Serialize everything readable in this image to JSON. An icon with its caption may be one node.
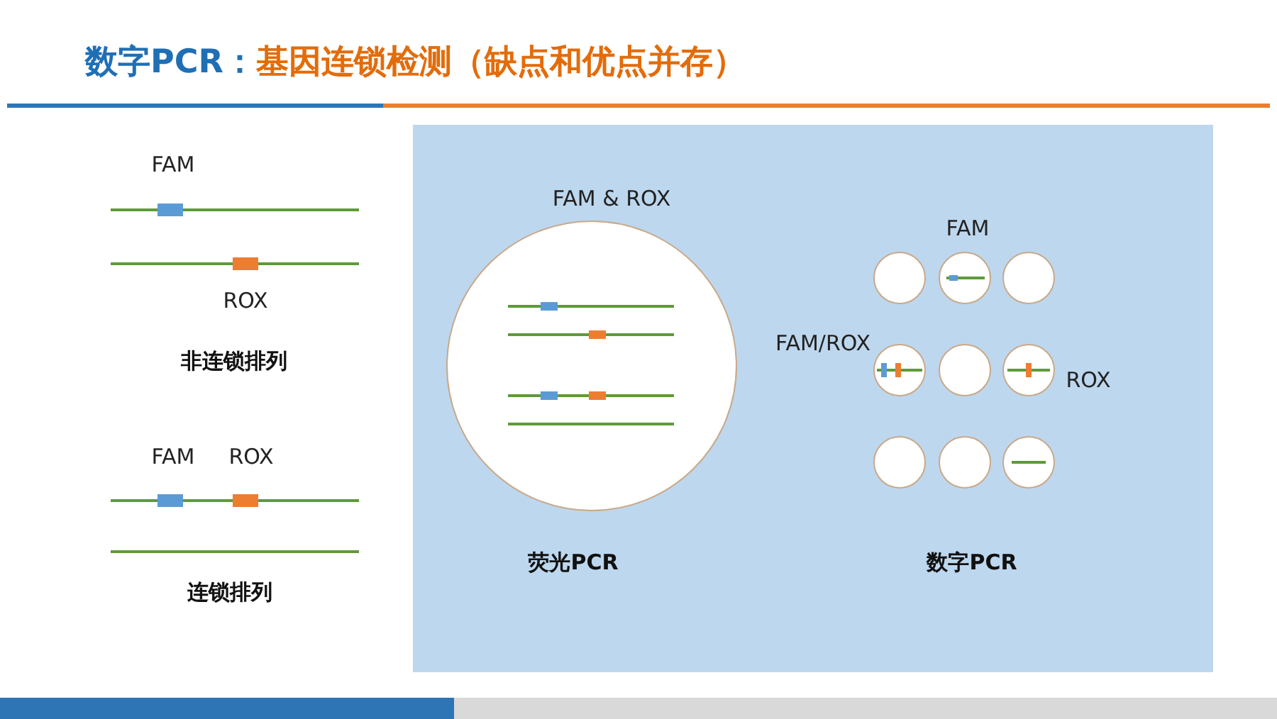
{
  "diagram": {
    "title": "数字PCR：基因连锁检测（缺点和优点并存）",
    "labels": [
      "FAM",
      "ROX",
      "非连锁排列",
      "FAM",
      "ROX",
      "连锁排列",
      "FAM & ROX",
      "FAM",
      "FAM/ROX",
      "ROX",
      "荧光PCR",
      "数字PCR"
    ]
  }
}
